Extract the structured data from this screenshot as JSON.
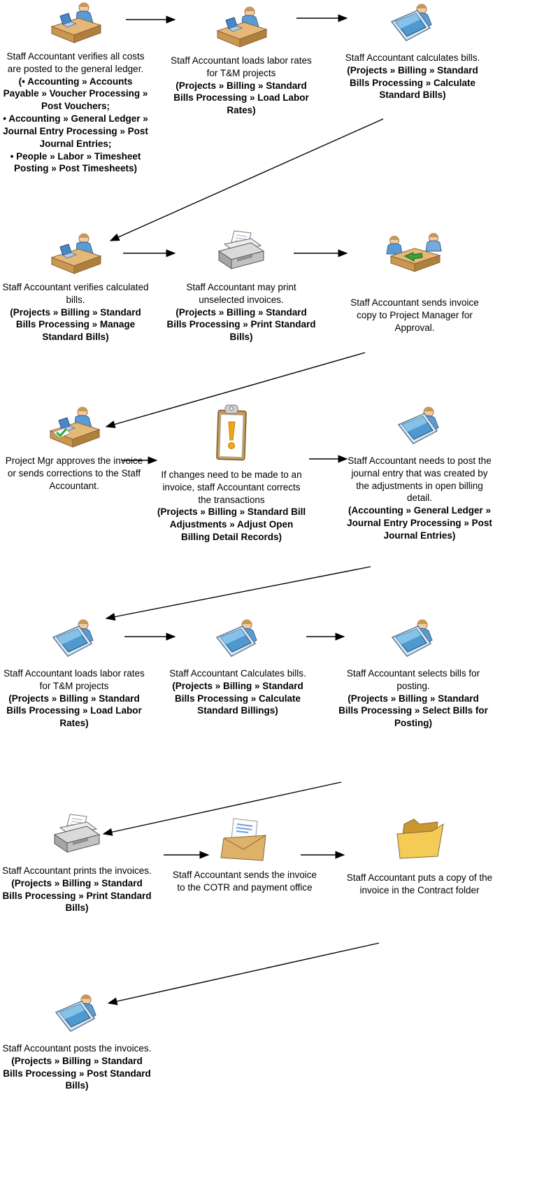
{
  "diagram": {
    "background_color": "#ffffff",
    "text_color": "#000000",
    "rows": [
      {
        "nodes": [
          {
            "icon": "person-at-desk",
            "desc": "Staff Accountant verifies all costs are posted to the general ledger.",
            "path": "(• Accounting » Accounts Payable » Voucher Processing » Post Vouchers;\n• Accounting » General Ledger » Journal Entry Processing » Post Journal Entries;\n• People » Labor » Timesheet Posting » Post Timesheets)"
          },
          {
            "icon": "person-at-desk",
            "desc": "Staff Accountant loads labor rates for T&M projects",
            "path": "(Projects » Billing » Standard Bills Processing » Load Labor Rates)"
          },
          {
            "icon": "person-at-computer",
            "desc": "Staff Accountant calculates bills.",
            "path": "(Projects » Billing » Standard Bills Processing » Calculate Standard Bills)"
          }
        ]
      },
      {
        "nodes": [
          {
            "icon": "person-at-desk",
            "desc": "Staff Accountant verifies calculated bills.",
            "path": "(Projects » Billing » Standard Bills Processing » Manage Standard Bills)"
          },
          {
            "icon": "printer",
            "desc": "Staff Accountant may print unselected invoices.",
            "path": "(Projects » Billing » Standard Bills Processing » Print Standard Bills)"
          },
          {
            "icon": "two-people-meeting",
            "desc": "Staff Accountant sends invoice copy to Project Manager for Approval."
          }
        ]
      },
      {
        "nodes": [
          {
            "icon": "person-at-desk-check",
            "desc": "Project Mgr approves the invoice or sends corrections to the Staff Accountant."
          },
          {
            "icon": "clipboard-alert",
            "desc": "If changes need to be made to an invoice, staff Accountant corrects the transactions",
            "path": "(Projects » Billing » Standard Bill Adjustments » Adjust Open Billing Detail Records)"
          },
          {
            "icon": "person-at-computer",
            "desc": "Staff Accountant needs to post the journal entry that was created by the adjustments in open billing detail.",
            "path": "(Accounting » General Ledger » Journal Entry Processing » Post Journal Entries)"
          }
        ]
      },
      {
        "nodes": [
          {
            "icon": "person-at-computer",
            "desc": "Staff Accountant loads labor rates for T&M projects",
            "path": "(Projects » Billing » Standard Bills Processing » Load Labor Rates)"
          },
          {
            "icon": "person-at-computer",
            "desc": "Staff Accountant Calculates bills.",
            "path": "(Projects » Billing » Standard Bills Processing » Calculate Standard Billings)"
          },
          {
            "icon": "person-at-computer",
            "desc": "Staff Accountant selects bills for posting.",
            "path": "(Projects » Billing » Standard Bills Processing » Select Bills for Posting)"
          }
        ]
      },
      {
        "nodes": [
          {
            "icon": "printer",
            "desc": "Staff Accountant prints the invoices.",
            "path": "(Projects » Billing » Standard Bills Processing » Print Standard Bills)"
          },
          {
            "icon": "envelope",
            "desc": "Staff Accountant sends the invoice to the COTR and payment office"
          },
          {
            "icon": "folder",
            "desc": "Staff Accountant puts a copy of the invoice in the Contract folder"
          }
        ]
      },
      {
        "nodes": [
          {
            "icon": "person-at-computer",
            "desc": "Staff Accountant posts the invoices.",
            "path": "(Projects » Billing » Standard Bills Processing » Post Standard Bills)"
          }
        ]
      }
    ]
  }
}
